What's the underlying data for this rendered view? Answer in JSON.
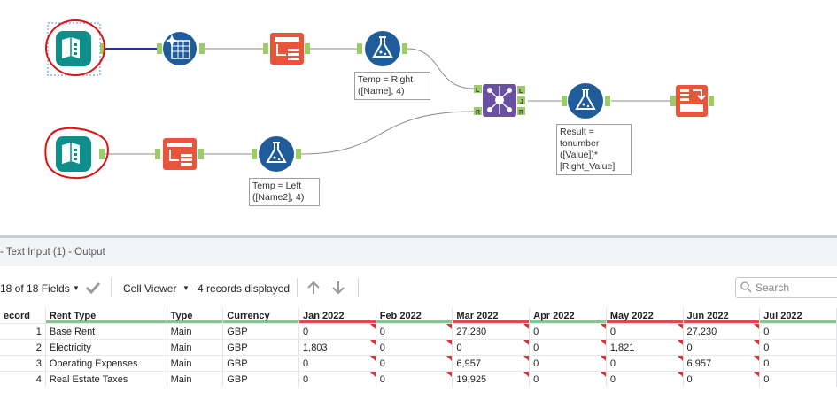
{
  "canvas": {
    "annotations": {
      "formula_right": "Temp = Right\n([Name], 4)",
      "formula_left": "Temp = Left\n([Name2], 4)",
      "formula_result": "Result =\ntonumber\n([Value])*\n[Right_Value]"
    },
    "join_anchors": {
      "left": "L",
      "right": "R",
      "out_left": "L",
      "out_join": "J",
      "out_right": "R"
    },
    "colors": {
      "input_teal": "#0e8f8a",
      "blue_tool": "#1f5c99",
      "orange_tool": "#e8553a",
      "join_purple": "#6b4fa3",
      "anchor_green": "#9ccc65",
      "connector": "#8a8a8a",
      "selected_connector": "#2033b5",
      "highlight_circle": "#e01010"
    }
  },
  "results": {
    "title": "- Text Input (1) - Output",
    "toolbar": {
      "fields_label": "18 of 18 Fields",
      "viewer_label": "Cell Viewer",
      "records_label": "4 records displayed",
      "search_placeholder": "Search"
    },
    "columns": [
      "ecord",
      "Rent Type",
      "Type",
      "Currency",
      "Jan 2022",
      "Feb 2022",
      "Mar 2022",
      "Apr 2022",
      "May 2022",
      "Jun 2022",
      "Jul 2022"
    ],
    "rows": [
      [
        "1",
        "Base Rent",
        "Main",
        "GBP",
        "0",
        "0",
        "27,230",
        "0",
        "0",
        "27,230",
        "0"
      ],
      [
        "2",
        "Electricity",
        "Main",
        "GBP",
        "1,803",
        "0",
        "0",
        "0",
        "1,821",
        "0",
        "0"
      ],
      [
        "3",
        "Operating Expenses",
        "Main",
        "GBP",
        "0",
        "0",
        "6,957",
        "0",
        "0",
        "6,957",
        "0"
      ],
      [
        "4",
        "Real Estate Taxes",
        "Main",
        "GBP",
        "0",
        "0",
        "19,925",
        "0",
        "0",
        "0",
        "0"
      ]
    ]
  }
}
